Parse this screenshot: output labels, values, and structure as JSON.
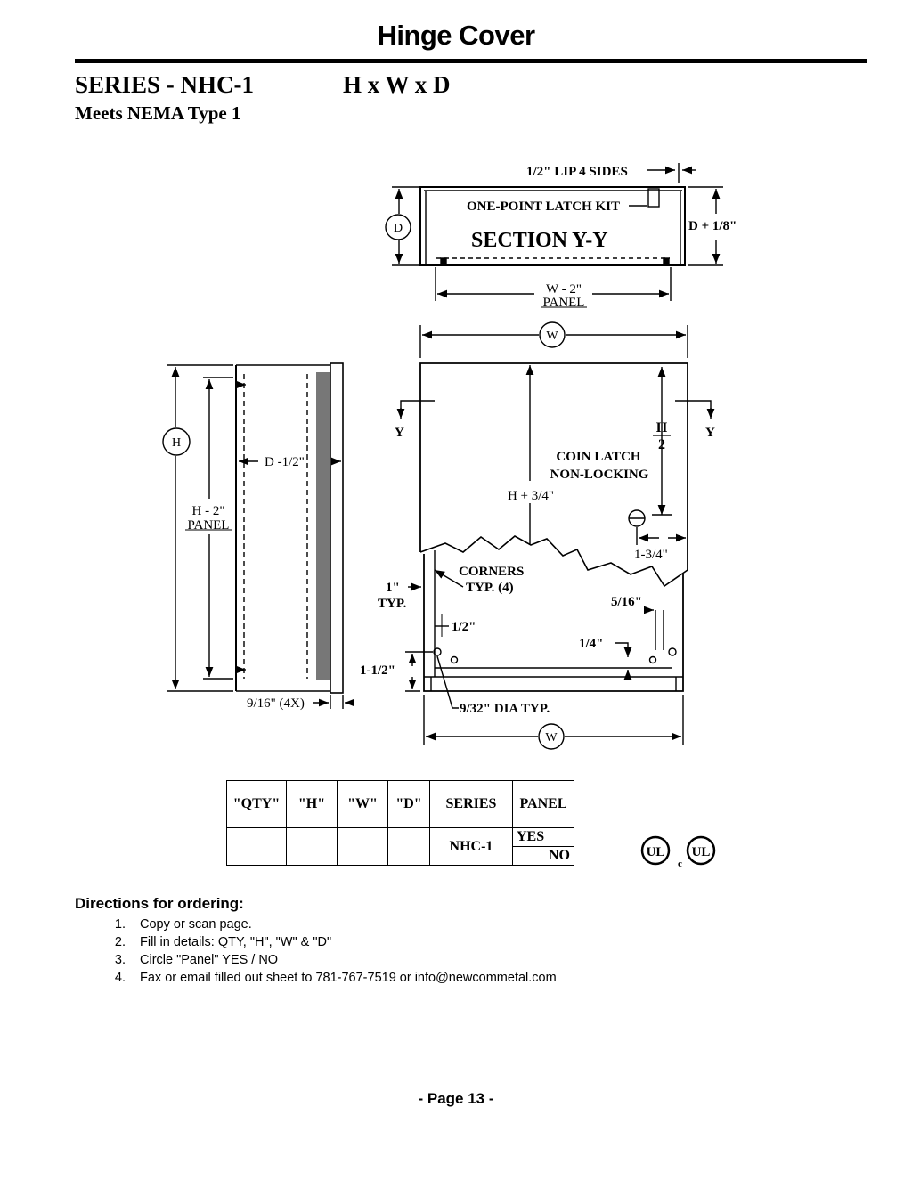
{
  "header": {
    "title": "Hinge Cover",
    "series": "SERIES - NHC-1",
    "dimension_order": "H x W x D",
    "rating": "Meets NEMA Type 1"
  },
  "drawing": {
    "section": {
      "lip_label": "1/2\" LIP 4 SIDES",
      "latch_kit_label": "ONE-POINT LATCH KIT",
      "section_label": "SECTION Y-Y",
      "depth_circle": "D",
      "depth_plus": "D + 1/8\"",
      "panel_width": "W - 2\"",
      "panel_word": "PANEL"
    },
    "side": {
      "height_circle": "H",
      "panel_height": "H - 2\"",
      "panel_word": "PANEL",
      "depth_minus": "D -1/2\"",
      "hinge_spacing": "9/16\" (4X)"
    },
    "front": {
      "width_circle": "W",
      "section_marker": "Y",
      "half_height_num": "H",
      "half_height_den": "2",
      "coin_latch_line1": "COIN LATCH",
      "coin_latch_line2": "NON-LOCKING",
      "height_plus": "H + 3/4\"",
      "latch_offset": "1-3/4\"",
      "corners_line1": "CORNERS",
      "corners_line2": "TYP. (4)",
      "one_inch": "1\"",
      "typ": "TYP.",
      "five_sixteenths": "5/16\"",
      "half_inch": "1/2\"",
      "quarter_inch": "1/4\"",
      "one_and_half": "1-1/2\"",
      "hole_dia": "9/32\" DIA TYP.",
      "bottom_width_circle": "W"
    }
  },
  "order_table": {
    "headers": [
      "\"QTY\"",
      "\"H\"",
      "\"W\"",
      "\"D\"",
      "SERIES",
      "PANEL"
    ],
    "series_value": "NHC-1",
    "panel_yes": "YES",
    "panel_no": "NO"
  },
  "certification": {
    "mark": "UL",
    "c_prefix": "c"
  },
  "directions": {
    "heading": "Directions for ordering:",
    "steps": [
      "Copy or scan page.",
      "Fill in details: QTY, \"H\", \"W\" & \"D\"",
      "Circle \"Panel\"  YES / NO",
      "Fax or email filled out sheet to 781-767-7519  or  info@newcommetal.com"
    ]
  },
  "footer": {
    "page_label": "- Page 13 -"
  }
}
